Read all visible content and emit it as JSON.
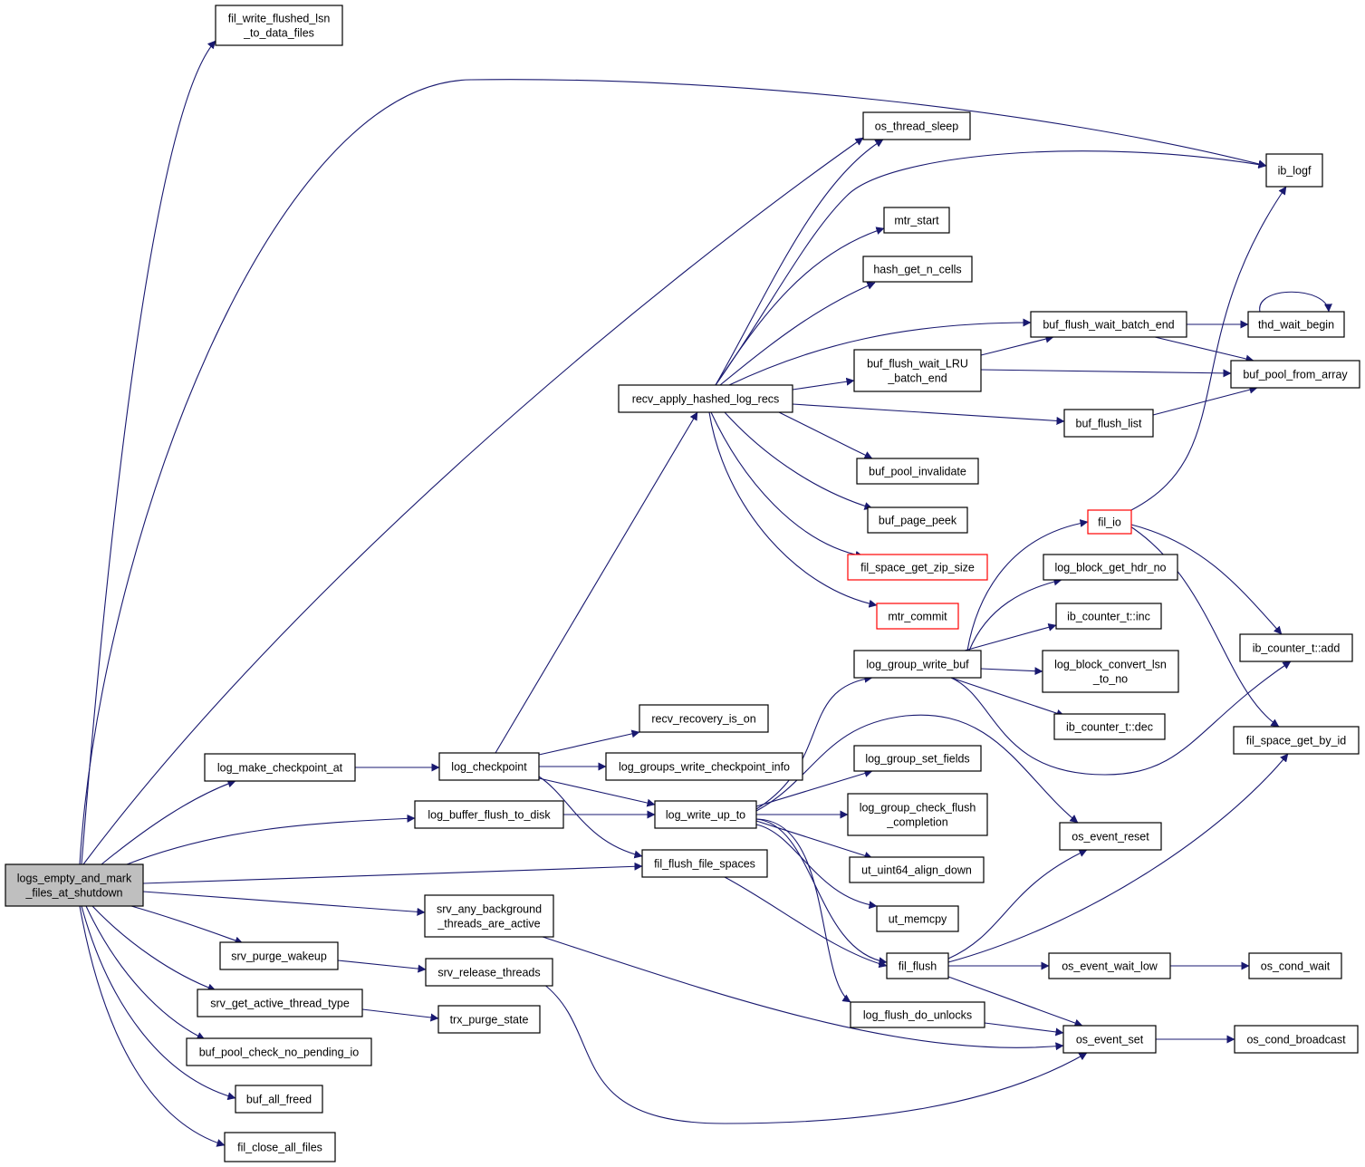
{
  "nodes": {
    "root": {
      "lines": [
        "logs_empty_and_mark",
        "_files_at_shutdown"
      ]
    },
    "fil_write_flushed": {
      "lines": [
        "fil_write_flushed_lsn",
        "_to_data_files"
      ]
    },
    "ib_logf": {
      "lines": [
        "ib_logf"
      ]
    },
    "os_thread_sleep": {
      "lines": [
        "os_thread_sleep"
      ]
    },
    "mtr_start": {
      "lines": [
        "mtr_start"
      ]
    },
    "hash_get_n_cells": {
      "lines": [
        "hash_get_n_cells"
      ]
    },
    "buf_flush_wait_batch_end": {
      "lines": [
        "buf_flush_wait_batch_end"
      ]
    },
    "thd_wait_begin": {
      "lines": [
        "thd_wait_begin"
      ]
    },
    "buf_flush_wait_LRU": {
      "lines": [
        "buf_flush_wait_LRU",
        "_batch_end"
      ]
    },
    "buf_pool_from_array": {
      "lines": [
        "buf_pool_from_array"
      ]
    },
    "recv_apply": {
      "lines": [
        "recv_apply_hashed_log_recs"
      ]
    },
    "buf_flush_list": {
      "lines": [
        "buf_flush_list"
      ]
    },
    "buf_pool_invalidate": {
      "lines": [
        "buf_pool_invalidate"
      ]
    },
    "buf_page_peek": {
      "lines": [
        "buf_page_peek"
      ]
    },
    "fil_io": {
      "lines": [
        "fil_io"
      ]
    },
    "fil_space_get_zip_size": {
      "lines": [
        "fil_space_get_zip_size"
      ]
    },
    "log_block_get_hdr_no": {
      "lines": [
        "log_block_get_hdr_no"
      ]
    },
    "mtr_commit": {
      "lines": [
        "mtr_commit"
      ]
    },
    "ib_counter_inc": {
      "lines": [
        "ib_counter_t::inc"
      ]
    },
    "ib_counter_add": {
      "lines": [
        "ib_counter_t::add"
      ]
    },
    "log_group_write_buf": {
      "lines": [
        "log_group_write_buf"
      ]
    },
    "log_block_convert": {
      "lines": [
        "log_block_convert_lsn",
        "_to_no"
      ]
    },
    "recv_recovery_is_on": {
      "lines": [
        "recv_recovery_is_on"
      ]
    },
    "ib_counter_dec": {
      "lines": [
        "ib_counter_t::dec"
      ]
    },
    "fil_space_get_by_id": {
      "lines": [
        "fil_space_get_by_id"
      ]
    },
    "log_make_checkpoint_at": {
      "lines": [
        "log_make_checkpoint_at"
      ]
    },
    "log_checkpoint": {
      "lines": [
        "log_checkpoint"
      ]
    },
    "log_groups_write_checkpoint_info": {
      "lines": [
        "log_groups_write_checkpoint_info"
      ]
    },
    "log_group_set_fields": {
      "lines": [
        "log_group_set_fields"
      ]
    },
    "log_buffer_flush_to_disk": {
      "lines": [
        "log_buffer_flush_to_disk"
      ]
    },
    "log_write_up_to": {
      "lines": [
        "log_write_up_to"
      ]
    },
    "log_group_check_flush": {
      "lines": [
        "log_group_check_flush",
        "_completion"
      ]
    },
    "os_event_reset": {
      "lines": [
        "os_event_reset"
      ]
    },
    "fil_flush_file_spaces": {
      "lines": [
        "fil_flush_file_spaces"
      ]
    },
    "ut_uint64_align_down": {
      "lines": [
        "ut_uint64_align_down"
      ]
    },
    "srv_any_background": {
      "lines": [
        "srv_any_background",
        "_threads_are_active"
      ]
    },
    "ut_memcpy": {
      "lines": [
        "ut_memcpy"
      ]
    },
    "srv_purge_wakeup": {
      "lines": [
        "srv_purge_wakeup"
      ]
    },
    "fil_flush": {
      "lines": [
        "fil_flush"
      ]
    },
    "os_event_wait_low": {
      "lines": [
        "os_event_wait_low"
      ]
    },
    "os_cond_wait": {
      "lines": [
        "os_cond_wait"
      ]
    },
    "srv_release_threads": {
      "lines": [
        "srv_release_threads"
      ]
    },
    "srv_get_active_thread_type": {
      "lines": [
        "srv_get_active_thread_type"
      ]
    },
    "log_flush_do_unlocks": {
      "lines": [
        "log_flush_do_unlocks"
      ]
    },
    "trx_purge_state": {
      "lines": [
        "trx_purge_state"
      ]
    },
    "buf_pool_check_no_pending_io": {
      "lines": [
        "buf_pool_check_no_pending_io"
      ]
    },
    "os_event_set": {
      "lines": [
        "os_event_set"
      ]
    },
    "os_cond_broadcast": {
      "lines": [
        "os_cond_broadcast"
      ]
    },
    "buf_all_freed": {
      "lines": [
        "buf_all_freed"
      ]
    },
    "fil_close_all_files": {
      "lines": [
        "fil_close_all_files"
      ]
    }
  },
  "colors": {
    "edge": "#191970",
    "root_fill": "#bfbfbf",
    "node_border": "#000000",
    "highlight_border": "#ff0000"
  }
}
